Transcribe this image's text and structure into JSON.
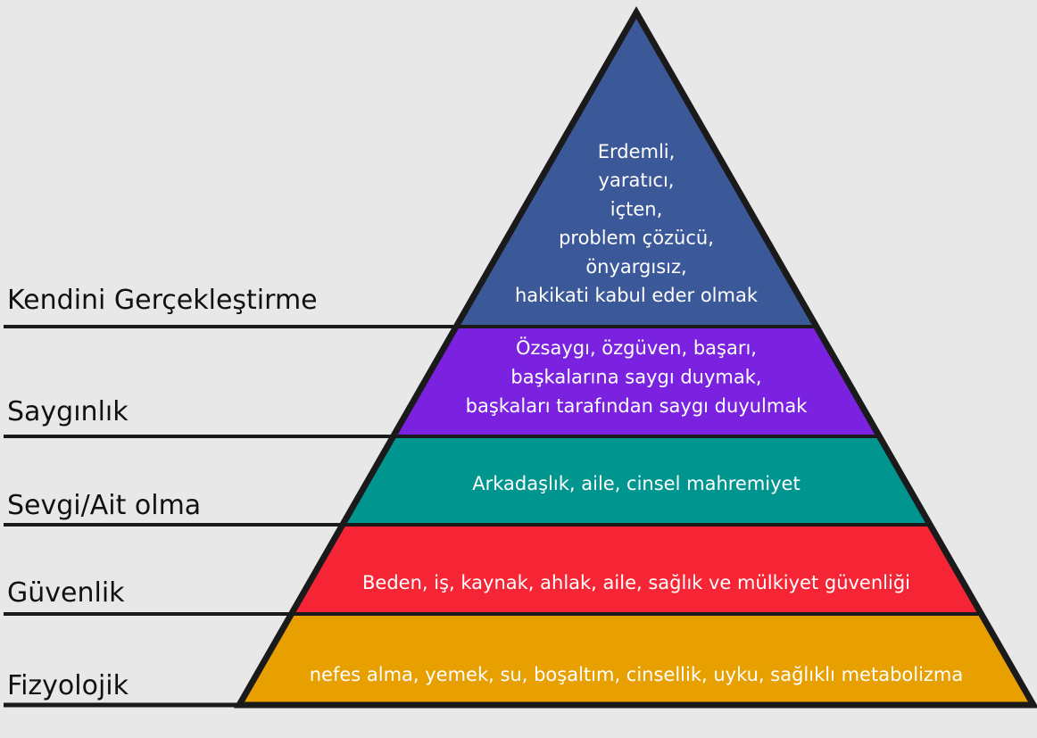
{
  "diagram": {
    "levels": [
      {
        "name": "Kendini Gerçekleştirme",
        "color": "#3b5998",
        "description_lines": [
          "Erdemli,",
          "yaratıcı,",
          "içten,",
          "problem çözücü,",
          "önyargısız,",
          "hakikati kabul eder olmak"
        ]
      },
      {
        "name": "Saygınlık",
        "color": "#7b22e0",
        "description_lines": [
          "Özsaygı, özgüven, başarı,",
          "başkalarına saygı duymak,",
          "başkaları tarafından saygı duyulmak"
        ]
      },
      {
        "name": "Sevgi/Ait olma",
        "color": "#00968f",
        "description_lines": [
          "Arkadaşlık, aile, cinsel mahremiyet"
        ]
      },
      {
        "name": "Güvenlik",
        "color": "#f52535",
        "description_lines": [
          "Beden, iş, kaynak, ahlak, aile, sağlık ve mülkiyet güvenliği"
        ]
      },
      {
        "name": "Fizyolojik",
        "color": "#e89f00",
        "description_lines": [
          "nefes alma, yemek, su, boşaltım, cinsellik, uyku, sağlıklı metabolizma"
        ]
      }
    ]
  }
}
